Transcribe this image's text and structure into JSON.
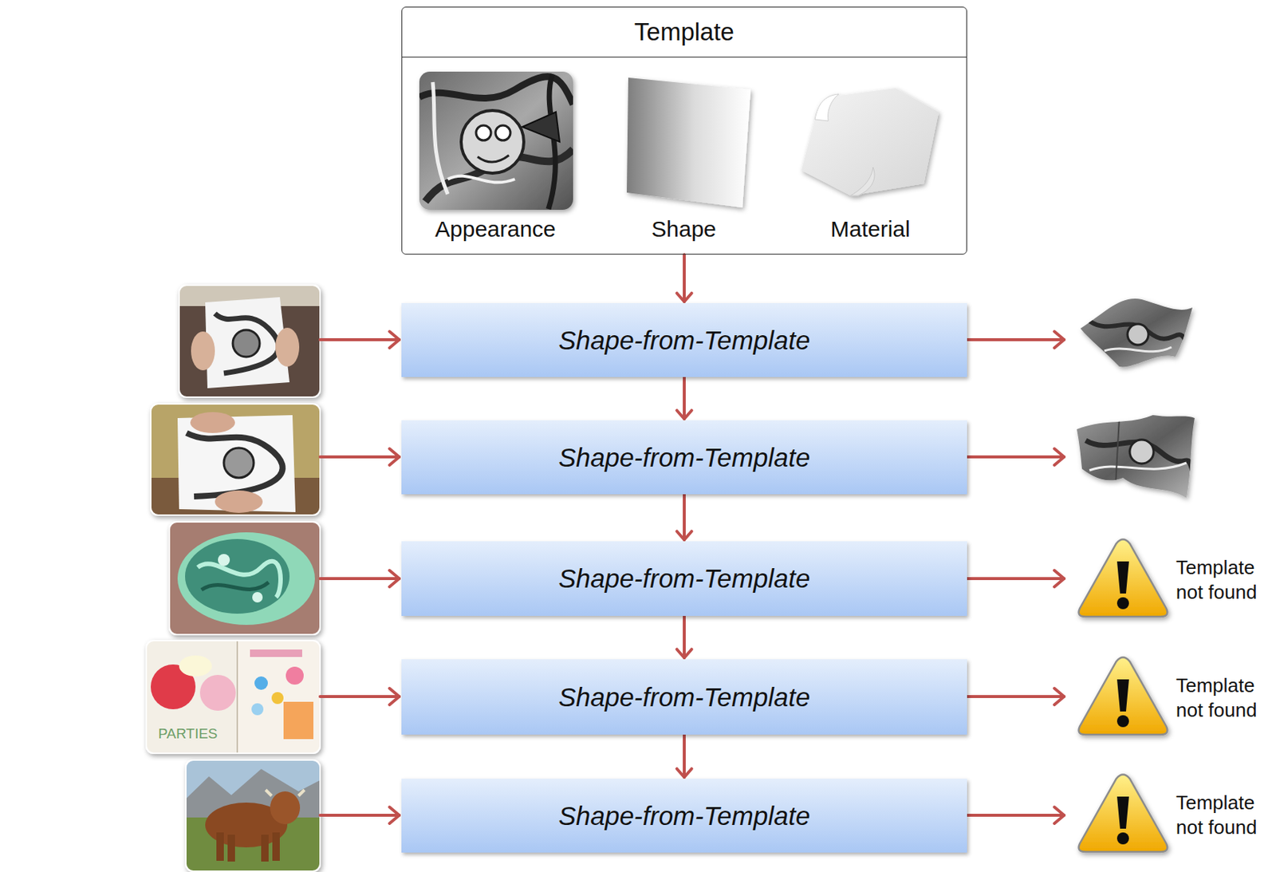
{
  "diagram": {
    "nodes": [
      {
        "text": [
          "Template"
        ]
      },
      {
        "text": [
          "Shape-from-Template"
        ]
      },
      {
        "text": [
          "Shape-from-Template"
        ]
      },
      {
        "text": [
          "Shape-from-Template"
        ]
      },
      {
        "text": [
          "Shape-from-Template"
        ]
      },
      {
        "text": [
          "Shape-from-Template"
        ]
      }
    ],
    "edges": [
      {
        "from": 0,
        "to": 1,
        "arrow": "to"
      },
      {
        "from": 1,
        "to": 2,
        "arrow": "to"
      },
      {
        "from": 2,
        "to": 3,
        "arrow": "to"
      },
      {
        "from": 3,
        "to": 4,
        "arrow": "to"
      },
      {
        "from": 4,
        "to": 5,
        "arrow": "to"
      }
    ],
    "labels": [
      "Appearance",
      "Shape",
      "Material",
      "Template not found",
      "PARTIES",
      "Template not found",
      "Template not found"
    ]
  }
}
